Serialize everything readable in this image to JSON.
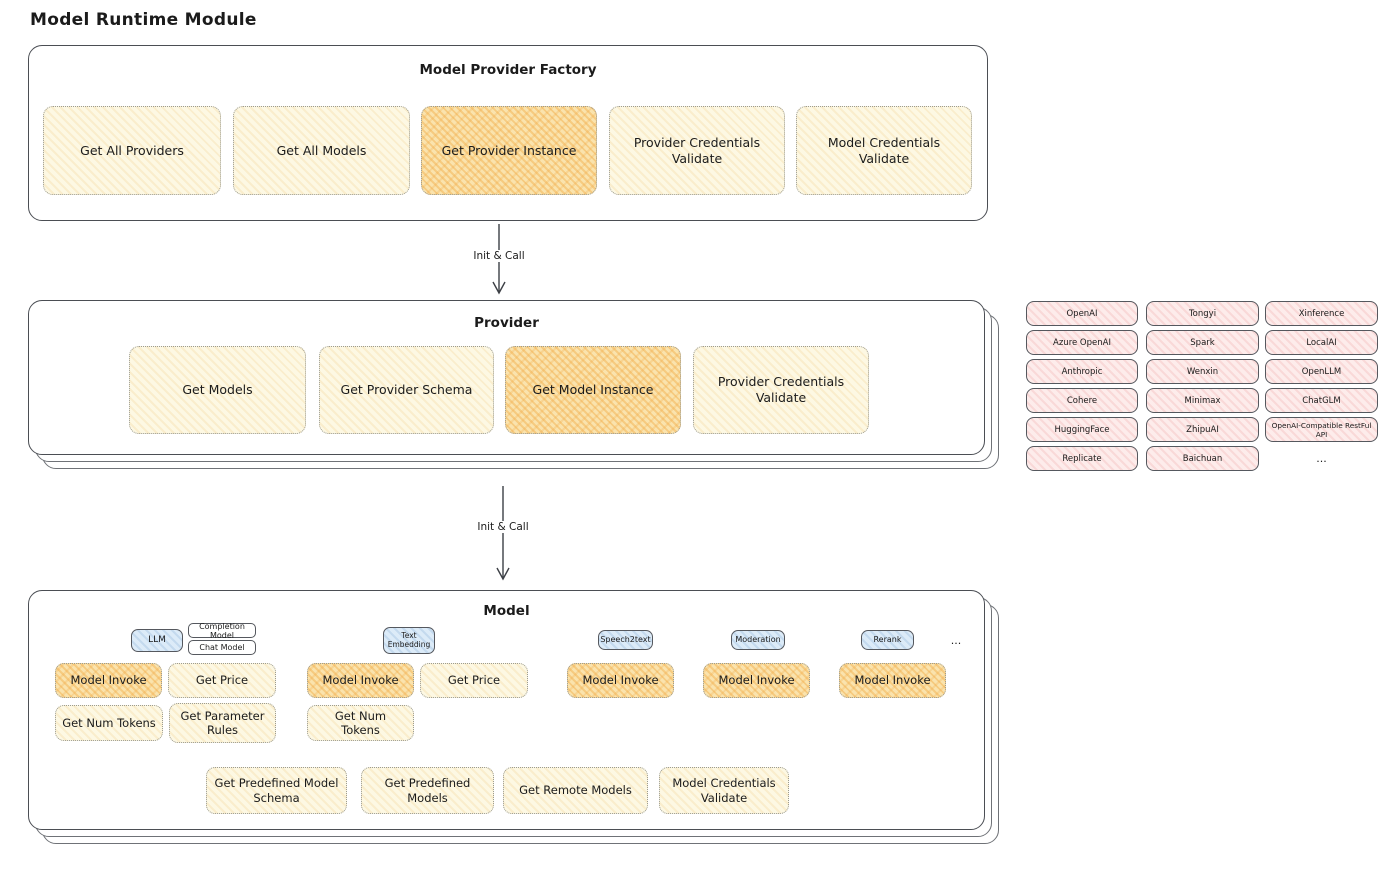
{
  "page_title": "Model Runtime Module",
  "connectors": {
    "factory_to_provider": "Init & Call",
    "provider_to_model": "Init & Call"
  },
  "factory": {
    "title": "Model Provider Factory",
    "items": [
      {
        "label": "Get All Providers",
        "highlighted": false
      },
      {
        "label": "Get All Models",
        "highlighted": false
      },
      {
        "label": "Get Provider Instance",
        "highlighted": true
      },
      {
        "label": "Provider Credentials Validate",
        "highlighted": false
      },
      {
        "label": "Model Credentials Validate",
        "highlighted": false
      }
    ]
  },
  "provider": {
    "title": "Provider",
    "items": [
      {
        "label": "Get Models",
        "highlighted": false
      },
      {
        "label": "Get Provider Schema",
        "highlighted": false
      },
      {
        "label": "Get Model Instance",
        "highlighted": true
      },
      {
        "label": "Provider Credentials Validate",
        "highlighted": false
      }
    ]
  },
  "providers_list": {
    "cells": [
      "OpenAI",
      "Tongyi",
      "Xinference",
      "Azure OpenAI",
      "Spark",
      "LocalAI",
      "Anthropic",
      "Wenxin",
      "OpenLLM",
      "Cohere",
      "Minimax",
      "ChatGLM",
      "HuggingFace",
      "ZhipuAI",
      "OpenAI-Compatible RestFul API",
      "Replicate",
      "Baichuan",
      "..."
    ]
  },
  "model": {
    "title": "Model",
    "tabs": {
      "llm": "LLM",
      "completion_model": "Completion Model",
      "chat_model": "Chat Model",
      "text_embedding": "Text Embedding",
      "speech2text": "Speech2text",
      "moderation": "Moderation",
      "rerank": "Rerank",
      "ellipsis": "..."
    },
    "functions": {
      "model_invoke": "Model Invoke",
      "get_price": "Get Price",
      "get_num_tokens": "Get Num Tokens",
      "get_parameter_rules": "Get Parameter Rules",
      "get_predefined_model_schema": "Get Predefined Model Schema",
      "get_predefined_models": "Get Predefined Models",
      "get_remote_models": "Get Remote Models",
      "model_credentials_validate": "Model Credentials Validate"
    }
  },
  "colors": {
    "box_cream": "#fdf8e3",
    "box_highlight": "#fae3ad",
    "provider_pink": "#fdeceb",
    "tab_blue": "#dcebf8",
    "container_border": "#4b4e54",
    "text": "#1b1b1b"
  }
}
